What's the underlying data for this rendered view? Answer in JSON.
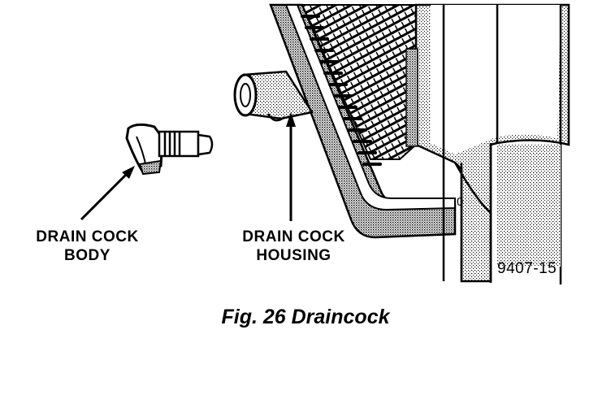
{
  "figure": {
    "caption": "Fig. 26 Draincock",
    "figure_id": "9407-15",
    "labels": {
      "body_line1": "DRAIN COCK",
      "body_line2": "BODY",
      "housing_line1": "DRAIN COCK",
      "housing_line2": "HOUSING"
    },
    "tank_marker": "0"
  },
  "icons": {
    "drain_cock_body": "drain-cock-body-icon",
    "radiator": "radiator-tank-icon"
  }
}
